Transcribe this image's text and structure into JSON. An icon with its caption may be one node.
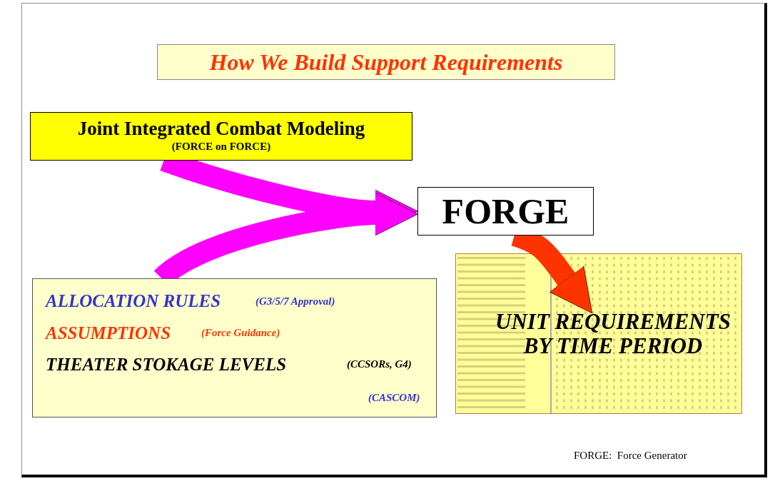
{
  "diagram": {
    "title": "How We Build Support Requirements",
    "nodes": [
      {
        "text": [
          "Joint Integrated Combat Modeling",
          "(FORCE on FORCE)"
        ]
      },
      {
        "text": [
          "ALLOCATION RULES",
          "(G3/5/7 Approval)",
          "ASSUMPTIONS",
          "(Force Guidance)",
          "THEATER STOKAGE LEVELS",
          "(CCSORs, G4)",
          "(CASCOM)"
        ]
      },
      {
        "text": [
          "FORGE"
        ]
      },
      {
        "text": [
          "UNIT REQUIREMENTS BY TIME PERIOD"
        ]
      }
    ],
    "edges": [
      {
        "from": 0,
        "to": 2,
        "arrow": "to"
      },
      {
        "from": 1,
        "to": 2,
        "arrow": "to"
      },
      {
        "from": 2,
        "to": 3,
        "arrow": "to",
        "color": "#ff3300"
      }
    ],
    "labels": [
      "FORGE:  Force Generator"
    ]
  }
}
